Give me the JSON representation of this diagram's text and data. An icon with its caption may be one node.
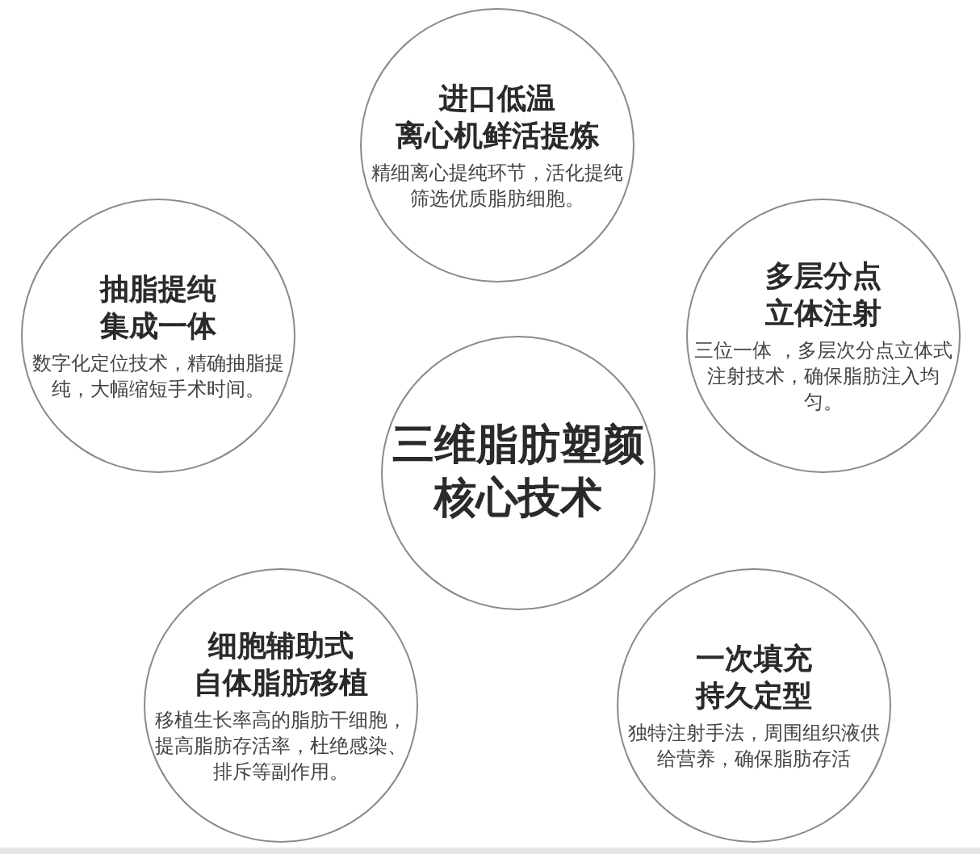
{
  "diagram": {
    "nodes": [
      {
        "text": [
          "进口低温离心机鲜活提炼",
          "精细离心提纯环节，活化提纯筛选优质脂肪细胞。"
        ]
      },
      {
        "text": [
          "抽脂提纯集成一体",
          "数字化定位技术，精确抽脂提纯，大幅缩短手术时间。"
        ]
      },
      {
        "text": [
          "多层分点立体注射",
          "三位一体 ，多层次分点立体式注射技术，确保脂肪注入均匀。"
        ]
      },
      {
        "text": [
          "三维脂肪塑颜核心技术"
        ]
      },
      {
        "text": [
          "细胞辅助式自体脂肪移植",
          "移植生长率高的脂肪干细胞，提高脂肪存活率，杜绝感染、排斥等副作用。"
        ]
      },
      {
        "text": [
          "一次填充持久定型",
          "独特注射手法，周围组织液供给营养，确保脂肪存活"
        ]
      }
    ]
  }
}
